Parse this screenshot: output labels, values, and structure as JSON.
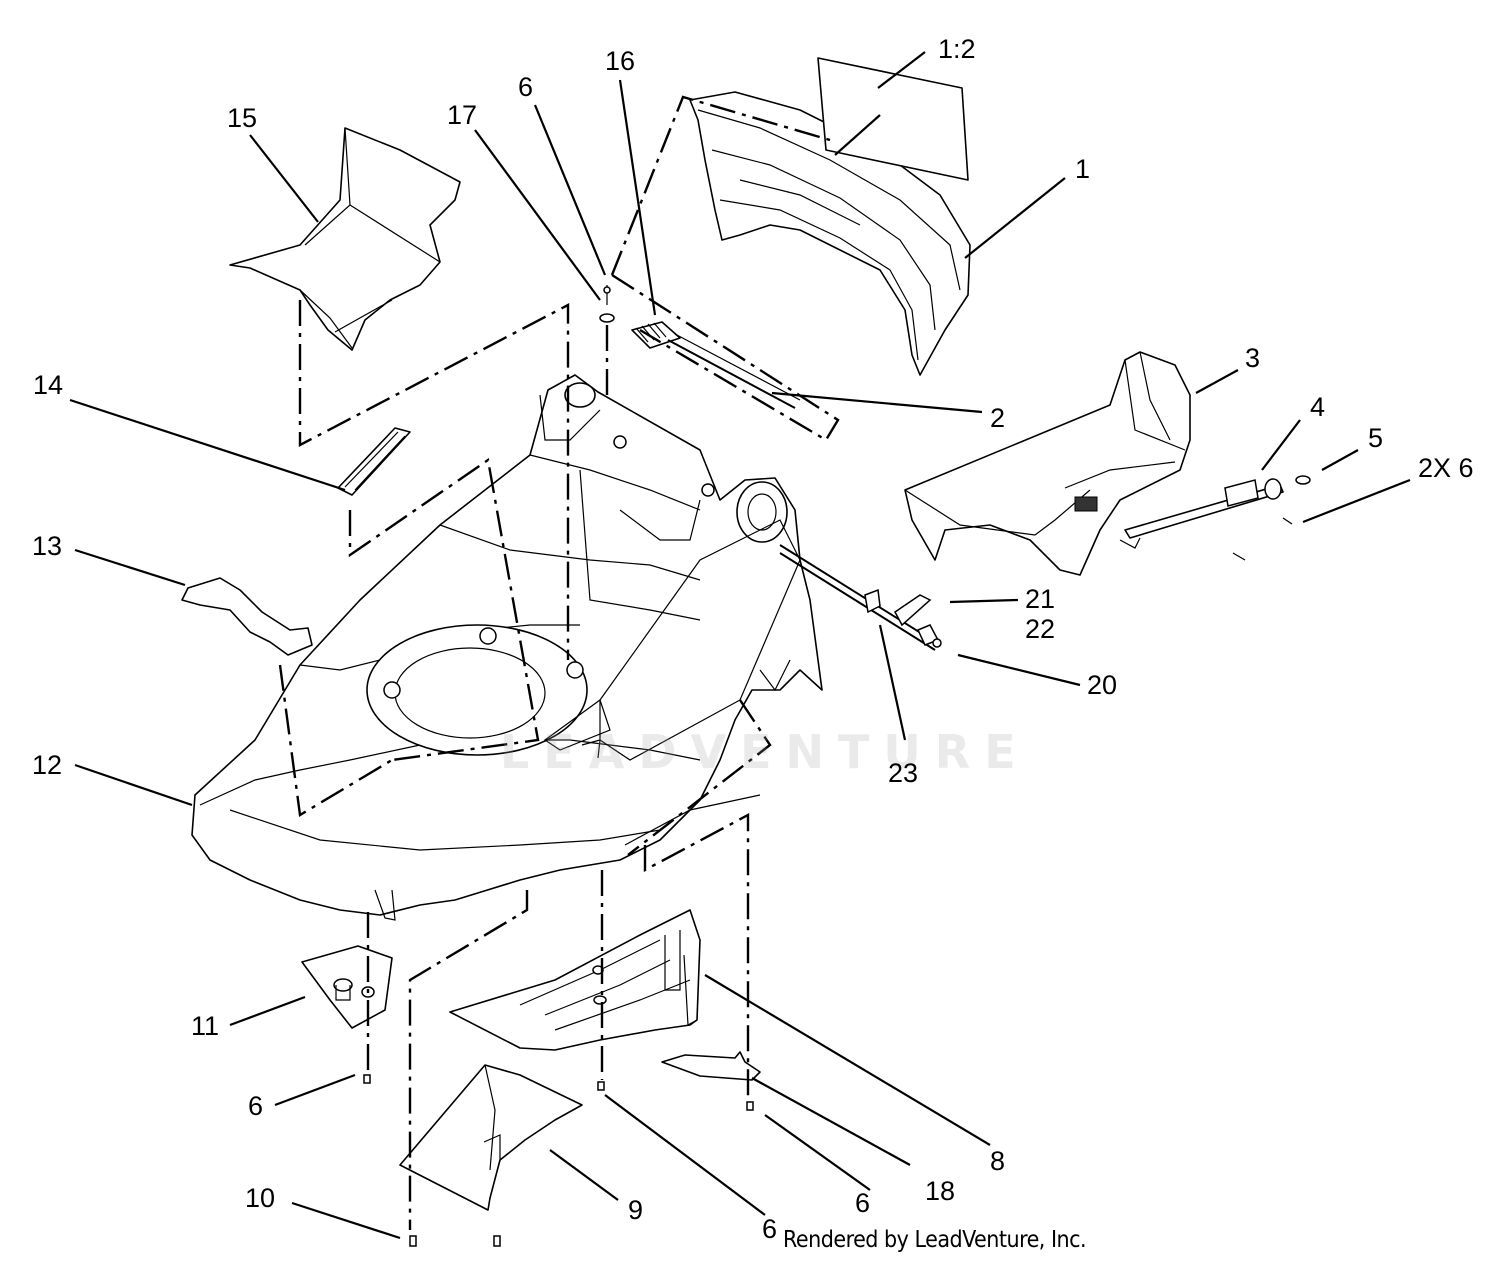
{
  "diagram": {
    "callouts": [
      {
        "id": "c-1-2",
        "text": "1:2"
      },
      {
        "id": "c-16",
        "text": "16"
      },
      {
        "id": "c-6-top",
        "text": "6"
      },
      {
        "id": "c-17",
        "text": "17"
      },
      {
        "id": "c-15",
        "text": "15"
      },
      {
        "id": "c-1",
        "text": "1"
      },
      {
        "id": "c-3",
        "text": "3"
      },
      {
        "id": "c-14",
        "text": "14"
      },
      {
        "id": "c-2",
        "text": "2"
      },
      {
        "id": "c-4",
        "text": "4"
      },
      {
        "id": "c-5",
        "text": "5"
      },
      {
        "id": "c-2x6",
        "text": "2X 6"
      },
      {
        "id": "c-13",
        "text": "13"
      },
      {
        "id": "c-21",
        "text": "21"
      },
      {
        "id": "c-22",
        "text": "22"
      },
      {
        "id": "c-20",
        "text": "20"
      },
      {
        "id": "c-12",
        "text": "12"
      },
      {
        "id": "c-23",
        "text": "23"
      },
      {
        "id": "c-11",
        "text": "11"
      },
      {
        "id": "c-6-left",
        "text": "6"
      },
      {
        "id": "c-8",
        "text": "8"
      },
      {
        "id": "c-6-right",
        "text": "6"
      },
      {
        "id": "c-18",
        "text": "18"
      },
      {
        "id": "c-10",
        "text": "10"
      },
      {
        "id": "c-9",
        "text": "9"
      },
      {
        "id": "c-6-bottom",
        "text": "6"
      }
    ],
    "credit": "Rendered by LeadVenture, Inc.",
    "watermark": "LEADVENTURE"
  }
}
